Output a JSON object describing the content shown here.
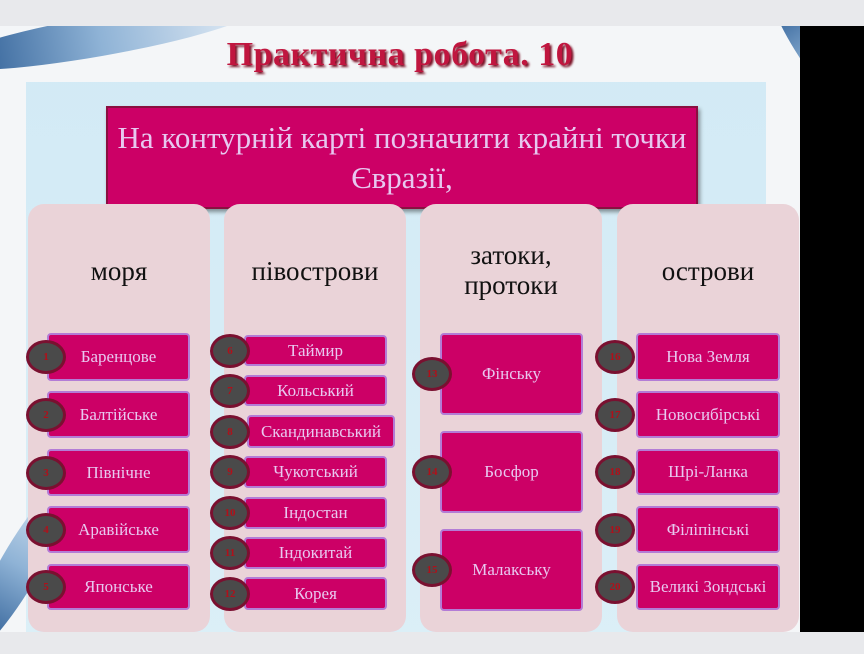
{
  "title": "Практична робота. 10",
  "task": "На контурній карті позначити крайні точки Євразії,",
  "columns": [
    {
      "header": "моря",
      "items": [
        {
          "n": "1",
          "label": "Баренцове"
        },
        {
          "n": "2",
          "label": "Балтійське"
        },
        {
          "n": "3",
          "label": "Північне"
        },
        {
          "n": "4",
          "label": "Аравійське"
        },
        {
          "n": "5",
          "label": "Японське"
        }
      ]
    },
    {
      "header": "півострови",
      "items": [
        {
          "n": "6",
          "label": "Таймир"
        },
        {
          "n": "7",
          "label": "Кольський"
        },
        {
          "n": "8",
          "label": "Скандинавський"
        },
        {
          "n": "9",
          "label": "Чукотський"
        },
        {
          "n": "10",
          "label": "Індостан"
        },
        {
          "n": "11",
          "label": "Індокитай"
        },
        {
          "n": "12",
          "label": "Корея"
        }
      ]
    },
    {
      "header": "затоки, протоки",
      "items": [
        {
          "n": "13",
          "label": "Фінську"
        },
        {
          "n": "14",
          "label": "Босфор"
        },
        {
          "n": "15",
          "label": "Малакську"
        }
      ]
    },
    {
      "header": "острови",
      "items": [
        {
          "n": "16",
          "label": "Нова Земля"
        },
        {
          "n": "17",
          "label": "Новосибірські"
        },
        {
          "n": "18",
          "label": "Шрі-Ланка"
        },
        {
          "n": "19",
          "label": "Філіпінські"
        },
        {
          "n": "20",
          "label": "Великі Зондські"
        }
      ]
    }
  ]
}
